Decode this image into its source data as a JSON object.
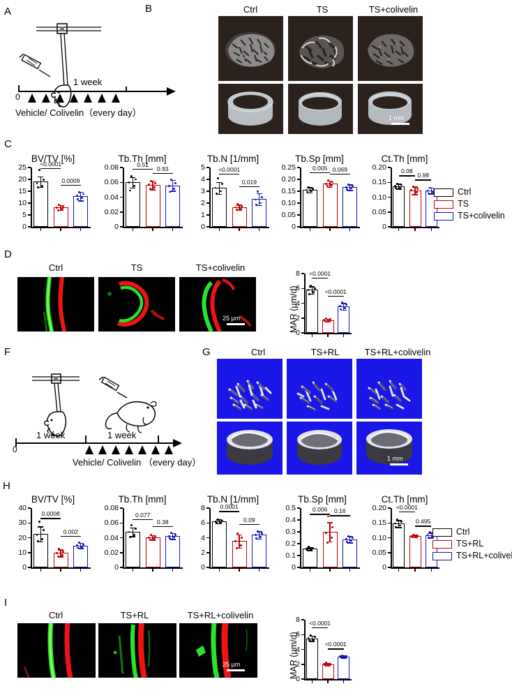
{
  "panels": {
    "a": "A",
    "b": "B",
    "c": "C",
    "d": "D",
    "f": "F",
    "g": "G",
    "h": "H",
    "i": "I"
  },
  "timeline_a": {
    "duration_label": "1 week",
    "zero": "0",
    "treatment_label": "Vehicle/ Colivelin（every day）",
    "arrow_count": 7
  },
  "timeline_f": {
    "first_label": "1 week",
    "second_label": "1 week",
    "zero": "0",
    "treatment_label": "Vehicle/ Colivelin （every day）",
    "arrow_count": 7
  },
  "panel_b": {
    "columns": [
      "Ctrl",
      "TS",
      "TS+colivelin"
    ],
    "scale_bar": "1 mm",
    "background": "#2b211d"
  },
  "panel_g": {
    "columns": [
      "Ctrl",
      "TS+RL",
      "TS+RL+colivelin"
    ],
    "scale_bar": "1 mm",
    "background": "#1a16e8"
  },
  "panel_d": {
    "columns": [
      "Ctrl",
      "TS",
      "TS+colivelin"
    ],
    "scale_bar": "25 µm"
  },
  "panel_i": {
    "columns": [
      "Ctrl",
      "TS+RL",
      "TS+RL+colivelin"
    ],
    "scale_bar": "25 µm"
  },
  "legend_c": {
    "items": [
      {
        "label": "Ctrl",
        "color": "#000000"
      },
      {
        "label": "TS",
        "color": "#c00000"
      },
      {
        "label": "TS+colivelin",
        "color": "#1414b4"
      }
    ]
  },
  "legend_h": {
    "items": [
      {
        "label": "Ctrl",
        "color": "#000000"
      },
      {
        "label": "TS+RL",
        "color": "#c00000"
      },
      {
        "label": "TS+RL+colivelin",
        "color": "#1414b4"
      }
    ]
  },
  "chart_data": [
    {
      "id": "c_bvtv",
      "panel": "C",
      "type": "bar",
      "title": "BV/TV [%]",
      "categories": [
        "Ctrl",
        "TS",
        "TS+colivelin"
      ],
      "values": [
        19.1,
        8.2,
        13.0
      ],
      "errors": [
        2.2,
        1.0,
        1.8
      ],
      "points": [
        [
          23.9,
          19.8,
          18.4,
          17.2,
          16.6
        ],
        [
          9.3,
          8.6,
          8.2,
          7.6,
          7.0
        ],
        [
          14.6,
          13.8,
          13.0,
          12.2,
          11.6
        ]
      ],
      "ylim": [
        0,
        25
      ],
      "yticks": [
        0,
        5,
        10,
        15,
        20,
        25
      ],
      "ytick_labels": [
        "0",
        "5",
        "10",
        "15",
        "20",
        "25"
      ],
      "ylabel": "",
      "xlabel": "",
      "annotations": [
        {
          "text": "<0.0001",
          "from": 0,
          "to": 1
        },
        {
          "text": "0.0009",
          "from": 1,
          "to": 2
        }
      ]
    },
    {
      "id": "c_tbth",
      "panel": "C",
      "type": "bar",
      "title": "Tb.Th [mm]",
      "categories": [
        "Ctrl",
        "TS",
        "TS+colivelin"
      ],
      "values": [
        0.06,
        0.0565,
        0.056
      ],
      "errors": [
        0.007,
        0.006,
        0.0075
      ],
      "points": [
        [
          0.068,
          0.064,
          0.06,
          0.055,
          0.049
        ],
        [
          0.062,
          0.059,
          0.057,
          0.053,
          0.051
        ],
        [
          0.064,
          0.059,
          0.055,
          0.051,
          0.047
        ]
      ],
      "ylim": [
        0,
        0.08
      ],
      "yticks": [
        0,
        0.02,
        0.04,
        0.06,
        0.08
      ],
      "ytick_labels": [
        "0",
        "0.02",
        "0.04",
        "0.06",
        "0.08"
      ],
      "ylabel": "",
      "xlabel": "",
      "annotations": [
        {
          "text": "0.51",
          "from": 0,
          "to": 1
        },
        {
          "text": "0.93",
          "from": 1,
          "to": 2
        }
      ]
    },
    {
      "id": "c_tbn",
      "panel": "C",
      "type": "bar",
      "title": "Tb.N [1/mm]",
      "categories": [
        "Ctrl",
        "TS",
        "TS+colivelin"
      ],
      "values": [
        3.28,
        1.65,
        2.35
      ],
      "errors": [
        0.5,
        0.22,
        0.5
      ],
      "points": [
        [
          4.1,
          3.6,
          3.3,
          3.0,
          2.8
        ],
        [
          1.9,
          1.75,
          1.65,
          1.5,
          1.45
        ],
        [
          2.95,
          2.5,
          2.3,
          2.0,
          1.85
        ]
      ],
      "ylim": [
        0,
        5
      ],
      "yticks": [
        0,
        1,
        2,
        3,
        4,
        5
      ],
      "ytick_labels": [
        "0",
        "1",
        "2",
        "3",
        "4",
        "5"
      ],
      "ylabel": "",
      "xlabel": "",
      "annotations": [
        {
          "text": "<0.0001",
          "from": 0,
          "to": 1
        },
        {
          "text": "0.019",
          "from": 1,
          "to": 2
        }
      ]
    },
    {
      "id": "c_tbsp",
      "panel": "C",
      "type": "bar",
      "title": "Tb.Sp [mm]",
      "categories": [
        "Ctrl",
        "TS",
        "TS+colivelin"
      ],
      "values": [
        0.156,
        0.182,
        0.167
      ],
      "errors": [
        0.011,
        0.013,
        0.012
      ],
      "points": [
        [
          0.167,
          0.16,
          0.156,
          0.151,
          0.147
        ],
        [
          0.196,
          0.188,
          0.182,
          0.176,
          0.171
        ],
        [
          0.179,
          0.172,
          0.167,
          0.162,
          0.157
        ]
      ],
      "ylim": [
        0,
        0.25
      ],
      "yticks": [
        0,
        0.05,
        0.1,
        0.15,
        0.2,
        0.25
      ],
      "ytick_labels": [
        "0",
        "0.05",
        "0.10",
        "0.15",
        "0.20",
        "0.25"
      ],
      "ylabel": "",
      "xlabel": "",
      "annotations": [
        {
          "text": "0.005",
          "from": 0,
          "to": 1
        },
        {
          "text": "0.069",
          "from": 1,
          "to": 2
        }
      ]
    },
    {
      "id": "c_ctth",
      "panel": "C",
      "type": "bar",
      "title": "Ct.Th [mm]",
      "categories": [
        "Ctrl",
        "TS",
        "TS+colivelin"
      ],
      "values": [
        0.137,
        0.123,
        0.122
      ],
      "errors": [
        0.008,
        0.013,
        0.01
      ],
      "points": [
        [
          0.146,
          0.141,
          0.138,
          0.133,
          0.13
        ],
        [
          0.135,
          0.128,
          0.124,
          0.117,
          0.108
        ],
        [
          0.132,
          0.127,
          0.122,
          0.117,
          0.113
        ]
      ],
      "ylim": [
        0,
        0.2
      ],
      "yticks": [
        0,
        0.05,
        0.1,
        0.15,
        0.2
      ],
      "ytick_labels": [
        "0",
        "0.05",
        "0.10",
        "0.15",
        "0.20"
      ],
      "ylabel": "",
      "xlabel": "",
      "annotations": [
        {
          "text": "0.08",
          "from": 0,
          "to": 1
        },
        {
          "text": "0.98",
          "from": 1,
          "to": 2
        }
      ]
    },
    {
      "id": "d_mar",
      "panel": "D",
      "type": "bar",
      "title": "",
      "categories": [
        "Ctrl",
        "TS",
        "TS+colivelin"
      ],
      "values": [
        5.8,
        1.72,
        3.6
      ],
      "errors": [
        0.5,
        0.18,
        0.45
      ],
      "points": [
        [
          6.4,
          6.0,
          5.8,
          5.5,
          5.2
        ],
        [
          1.95,
          1.8,
          1.72,
          1.62,
          1.55
        ],
        [
          4.1,
          3.8,
          3.6,
          3.35,
          3.2
        ]
      ],
      "ylim": [
        0,
        8
      ],
      "yticks": [
        0,
        2,
        4,
        6,
        8
      ],
      "ytick_labels": [
        "0",
        "2",
        "4",
        "6",
        "8"
      ],
      "ylabel": "MAR (µm/d)",
      "xlabel": "",
      "annotations": [
        {
          "text": "<0.0001",
          "from": 0,
          "to": 1
        },
        {
          "text": "<0.0001",
          "from": 1,
          "to": 2
        }
      ]
    },
    {
      "id": "h_bvtv",
      "panel": "H",
      "type": "bar",
      "title": "BV/TV [%]",
      "categories": [
        "Ctrl",
        "TS+RL",
        "TS+RL+colivelin"
      ],
      "values": [
        22.6,
        9.8,
        14.8
      ],
      "errors": [
        5.0,
        2.3,
        1.8
      ],
      "points": [
        [
          31.0,
          25.0,
          22.0,
          19.0,
          17.5
        ],
        [
          12.3,
          10.6,
          9.6,
          8.4,
          7.5
        ],
        [
          16.8,
          15.4,
          14.8,
          13.8,
          13.2
        ]
      ],
      "ylim": [
        0,
        40
      ],
      "yticks": [
        0,
        10,
        20,
        30,
        40
      ],
      "ytick_labels": [
        "0",
        "10",
        "20",
        "30",
        "40"
      ],
      "ylabel": "",
      "xlabel": "",
      "annotations": [
        {
          "text": "0.0008",
          "from": 0,
          "to": 1
        },
        {
          "text": "0.002",
          "from": 1,
          "to": 2
        }
      ]
    },
    {
      "id": "h_tbth",
      "panel": "H",
      "type": "bar",
      "title": "Tb.Th [mm]",
      "categories": [
        "Ctrl",
        "TS+RL",
        "TS+RL+colivelin"
      ],
      "values": [
        0.048,
        0.0405,
        0.0425
      ],
      "errors": [
        0.006,
        0.003,
        0.004
      ],
      "points": [
        [
          0.057,
          0.052,
          0.048,
          0.044,
          0.041
        ],
        [
          0.044,
          0.042,
          0.04,
          0.039,
          0.037
        ],
        [
          0.047,
          0.044,
          0.042,
          0.041,
          0.039
        ]
      ],
      "ylim": [
        0,
        0.08
      ],
      "yticks": [
        0,
        0.02,
        0.04,
        0.06,
        0.08
      ],
      "ytick_labels": [
        "0",
        "0.02",
        "0.04",
        "0.06",
        "0.08"
      ],
      "ylabel": "",
      "xlabel": "",
      "annotations": [
        {
          "text": "0.077",
          "from": 0,
          "to": 1
        },
        {
          "text": "0.38",
          "from": 1,
          "to": 2
        }
      ]
    },
    {
      "id": "h_tbn",
      "panel": "H",
      "type": "bar",
      "title": "Tb.N [1/mm]",
      "categories": [
        "Ctrl",
        "TS+RL",
        "TS+RL+colivelin"
      ],
      "values": [
        6.2,
        3.55,
        4.4
      ],
      "errors": [
        0.25,
        0.9,
        0.5
      ],
      "points": [
        [
          6.5,
          6.3,
          6.2,
          6.1,
          6.0
        ],
        [
          4.6,
          4.0,
          3.5,
          3.0,
          2.6
        ],
        [
          4.9,
          4.6,
          4.4,
          4.1,
          3.9
        ]
      ],
      "ylim": [
        0,
        8
      ],
      "yticks": [
        0,
        2,
        4,
        6,
        8
      ],
      "ytick_labels": [
        "0",
        "2",
        "4",
        "6",
        "8"
      ],
      "ylabel": "",
      "xlabel": "",
      "annotations": [
        {
          "text": "0.0001",
          "from": 0,
          "to": 1
        },
        {
          "text": "0.09",
          "from": 1,
          "to": 2
        }
      ]
    },
    {
      "id": "h_tbsp",
      "panel": "H",
      "type": "bar",
      "title": "Tb.Sp [mm]",
      "categories": [
        "Ctrl",
        "TS+RL",
        "TS+RL+colivelin"
      ],
      "values": [
        0.158,
        0.3,
        0.237
      ],
      "errors": [
        0.013,
        0.08,
        0.025
      ],
      "points": [
        [
          0.172,
          0.163,
          0.158,
          0.152,
          0.147
        ],
        [
          0.43,
          0.34,
          0.29,
          0.25,
          0.21
        ],
        [
          0.263,
          0.247,
          0.237,
          0.227,
          0.217
        ]
      ],
      "ylim": [
        0,
        0.5
      ],
      "yticks": [
        0,
        0.1,
        0.2,
        0.3,
        0.4,
        0.5
      ],
      "ytick_labels": [
        "0",
        "0.1",
        "0.2",
        "0.3",
        "0.4",
        "0.5"
      ],
      "ylabel": "",
      "xlabel": "",
      "annotations": [
        {
          "text": "0.006",
          "from": 0,
          "to": 1
        },
        {
          "text": "0.16",
          "from": 1,
          "to": 2
        }
      ]
    },
    {
      "id": "h_ctth",
      "panel": "H",
      "type": "bar",
      "title": "Ct.Th [mm]",
      "categories": [
        "Ctrl",
        "TS+RL",
        "TS+RL+colivelin"
      ],
      "values": [
        0.148,
        0.1055,
        0.109
      ],
      "errors": [
        0.012,
        0.004,
        0.008
      ],
      "points": [
        [
          0.162,
          0.154,
          0.148,
          0.141,
          0.136
        ],
        [
          0.11,
          0.108,
          0.105,
          0.103,
          0.101
        ],
        [
          0.119,
          0.113,
          0.109,
          0.104,
          0.1
        ]
      ],
      "ylim": [
        0,
        0.2
      ],
      "yticks": [
        0,
        0.05,
        0.1,
        0.15,
        0.2
      ],
      "ytick_labels": [
        "0",
        "0.05",
        "0.10",
        "0.15",
        "0.20"
      ],
      "ylabel": "",
      "xlabel": "",
      "annotations": [
        {
          "text": "<0.0001",
          "from": 0,
          "to": 1
        },
        {
          "text": "0.495",
          "from": 1,
          "to": 2
        }
      ]
    },
    {
      "id": "i_mar",
      "panel": "I",
      "type": "bar",
      "title": "",
      "categories": [
        "Ctrl",
        "TS+RL",
        "TS+RL+colivelin"
      ],
      "values": [
        5.5,
        2.0,
        3.05
      ],
      "errors": [
        0.35,
        0.17,
        0.13
      ],
      "points": [
        [
          5.9,
          5.7,
          5.5,
          5.35,
          5.2
        ],
        [
          2.18,
          2.08,
          2.0,
          1.92,
          1.85
        ],
        [
          3.18,
          3.1,
          3.05,
          3.0,
          2.95
        ]
      ],
      "ylim": [
        0,
        8
      ],
      "yticks": [
        0,
        2,
        4,
        6,
        8
      ],
      "ytick_labels": [
        "0",
        "2",
        "4",
        "6",
        "8"
      ],
      "ylabel": "MAR (µm/d)",
      "xlabel": "",
      "annotations": [
        {
          "text": "<0.0001",
          "from": 0,
          "to": 1
        },
        {
          "text": "<0.0001",
          "from": 1,
          "to": 2
        }
      ]
    }
  ]
}
